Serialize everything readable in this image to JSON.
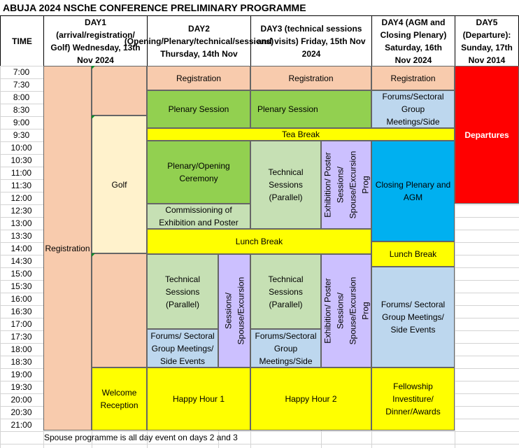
{
  "title": "ABUJA 2024 NSChE CONFERENCE PRELIMINARY PROGRAMME",
  "headers": {
    "time": "TIME",
    "day1": "DAY1 (arrival/registration/ Golf) Wednesday, 13th Nov 2024",
    "day2": "DAY2 (Opening/Plenary/technical/sessions) Thursday, 14th Nov",
    "day3": "DAY3 (technical sessions and visits) Friday, 15th Nov 2024",
    "day4": "DAY4 (AGM and Closing Plenary) Saturday, 16th Nov 2024",
    "day5": "DAY5 (Departure): Sunday, 17th Nov 2014"
  },
  "times": [
    "7:00",
    "7:30",
    "8:00",
    "8:30",
    "9:00",
    "9:30",
    "10:00",
    "10:30",
    "11:00",
    "11:30",
    "12:00",
    "12:30",
    "13:00",
    "13:30",
    "14:00",
    "14:30",
    "15:00",
    "15:30",
    "16:00",
    "16:30",
    "17:00",
    "17:30",
    "18:00",
    "18:30",
    "19:00",
    "19:30",
    "20:00",
    "20:30",
    "21:00"
  ],
  "events": {
    "day1_registration": "Registration",
    "day1_golf": "Golf",
    "day1_welcome": "Welcome Reception",
    "day2_registration": "Registration",
    "day2_plenary": "Plenary Session",
    "tea_break": "Tea Break",
    "day2_opening": "Plenary/Opening Ceremony",
    "day2_commissioning": "Commissioning of Exhibition and Poster",
    "lunch_break": "Lunch Break",
    "day2_technical": "Technical Sessions (Parallel)",
    "day2_exhibition_pm": "Exhibition/ Poster Sessions/ Spouse/Excursion Prog",
    "day2_forums": "Forums/ Sectoral Group Meetings/ Side Events",
    "day2_happy_hour": "Happy Hour 1",
    "day3_registration": "Registration",
    "day3_plenary": "Plenary Session",
    "day3_technical_am": "Technical Sessions (Parallel)",
    "day3_exhibition_am": "Exhibition/ Poster Sessions/ Spouse/Excursion Prog",
    "day3_technical_pm": "Technical Sessions (Parallel)",
    "day3_exhibition_pm": "Exhibition/ Poster Sessions/ Spouse/Excursion Prog",
    "day3_forums": "Forums/Sectoral Group Meetings/Side",
    "day3_happy_hour": "Happy Hour 2",
    "day4_registration": "Registration",
    "day4_forums_am": "Forums/Sectoral Group Meetings/Side",
    "day4_closing": "Closing Plenary and AGM",
    "day4_lunch": "Lunch Break",
    "day4_forums_pm": "Forums/ Sectoral Group Meetings/ Side Events",
    "day4_fellowship": "Fellowship Investiture/ Dinner/Awards",
    "day5_departures": "Departures"
  },
  "footnote": "Spouse programme is all day event on days 2 and 3",
  "colors": {
    "peach": "#f8cbad",
    "light_yellow": "#fff2cc",
    "yellow": "#ffff00",
    "green": "#92d050",
    "light_green": "#c6e0b4",
    "lavender": "#ccc0ff",
    "light_blue": "#bdd7ee",
    "sky_blue": "#00b0f0",
    "red": "#ff0000"
  }
}
